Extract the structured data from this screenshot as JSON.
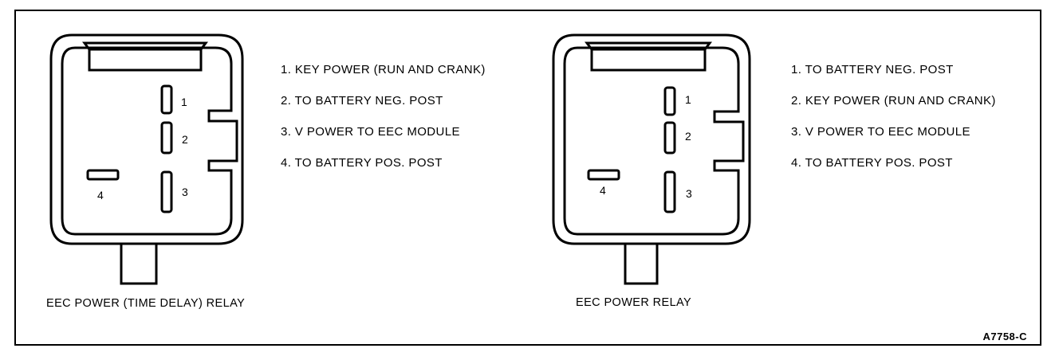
{
  "figure_id": "A7758-C",
  "relays": [
    {
      "caption": "EEC POWER (TIME DELAY) RELAY",
      "pins": [
        "1",
        "2",
        "3",
        "4"
      ],
      "legend": [
        "1. KEY POWER (RUN AND CRANK)",
        "2. TO BATTERY NEG. POST",
        "3. V POWER TO EEC MODULE",
        "4. TO BATTERY POS. POST"
      ]
    },
    {
      "caption": "EEC POWER RELAY",
      "pins": [
        "1",
        "2",
        "3",
        "4"
      ],
      "legend": [
        "1. TO BATTERY NEG. POST",
        "2. KEY POWER (RUN AND CRANK)",
        "3. V POWER TO EEC MODULE",
        "4. TO BATTERY POS. POST"
      ]
    }
  ]
}
